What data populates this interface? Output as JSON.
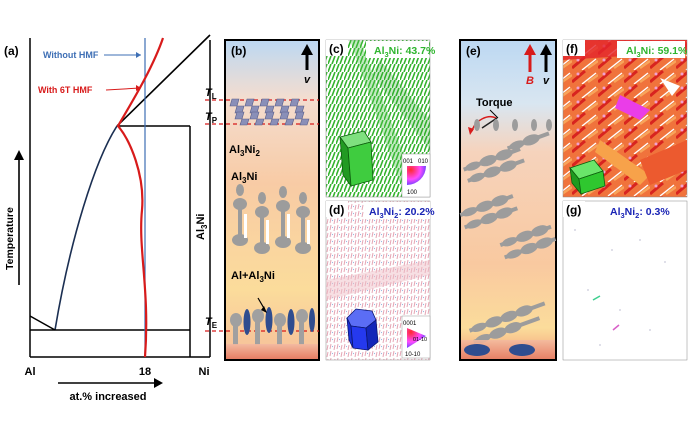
{
  "panels": {
    "a": {
      "label": "(a)",
      "legend_without": "Without HMF",
      "legend_with": "With 6T HMF",
      "y_axis": "Temperature",
      "x_left": "Al",
      "x_mid": "18",
      "x_right": "Ni",
      "x_axis": "at.% increased",
      "phase_main": "Al",
      "phase_sub": "3",
      "phase_end": "Ni"
    },
    "b": {
      "label": "(b)",
      "v": "v",
      "TL_main": "T",
      "TL_sub": "L",
      "TP_main": "T",
      "TP_sub": "P",
      "TE_main": "T",
      "TE_sub": "E",
      "phase1_main": "Al",
      "phase1_sub": "3",
      "phase1_end": "Ni",
      "phase1_sub2": "2",
      "phase2_main": "Al",
      "phase2_sub": "3",
      "phase2_end": "Ni",
      "phase3": "Al+Al",
      "phase3_sub": "3",
      "phase3_end": "Ni"
    },
    "c": {
      "label": "(c)",
      "badge_main": "Al",
      "badge_sub": "3",
      "badge_end": "Ni: 43.7%",
      "key_tl": "001",
      "key_tr": "010",
      "key_b": "100"
    },
    "d": {
      "label": "(d)",
      "badge_main": "Al",
      "badge_sub": "3",
      "badge_end": "Ni",
      "badge_sub2": "2",
      "badge_tail": ": 20.2%",
      "key_tl": "0001",
      "key_r": "01-10",
      "key_b": "10-10"
    },
    "e": {
      "label": "(e)",
      "b": "B",
      "v": "v",
      "torque": "Torque"
    },
    "f": {
      "label": "(f)",
      "badge_main": "Al",
      "badge_sub": "3",
      "badge_end": "Ni: 59.1%"
    },
    "g": {
      "label": "(g)",
      "badge_main": "Al",
      "badge_sub": "3",
      "badge_end": "Ni",
      "badge_sub2": "2",
      "badge_tail": ":  0.3%"
    }
  },
  "colors": {
    "without": "#3e6fb5",
    "with": "#d81b1b",
    "dash": "#d81b1b",
    "badge_green": "#2fb52f",
    "badge_blue": "#1a24b5"
  }
}
